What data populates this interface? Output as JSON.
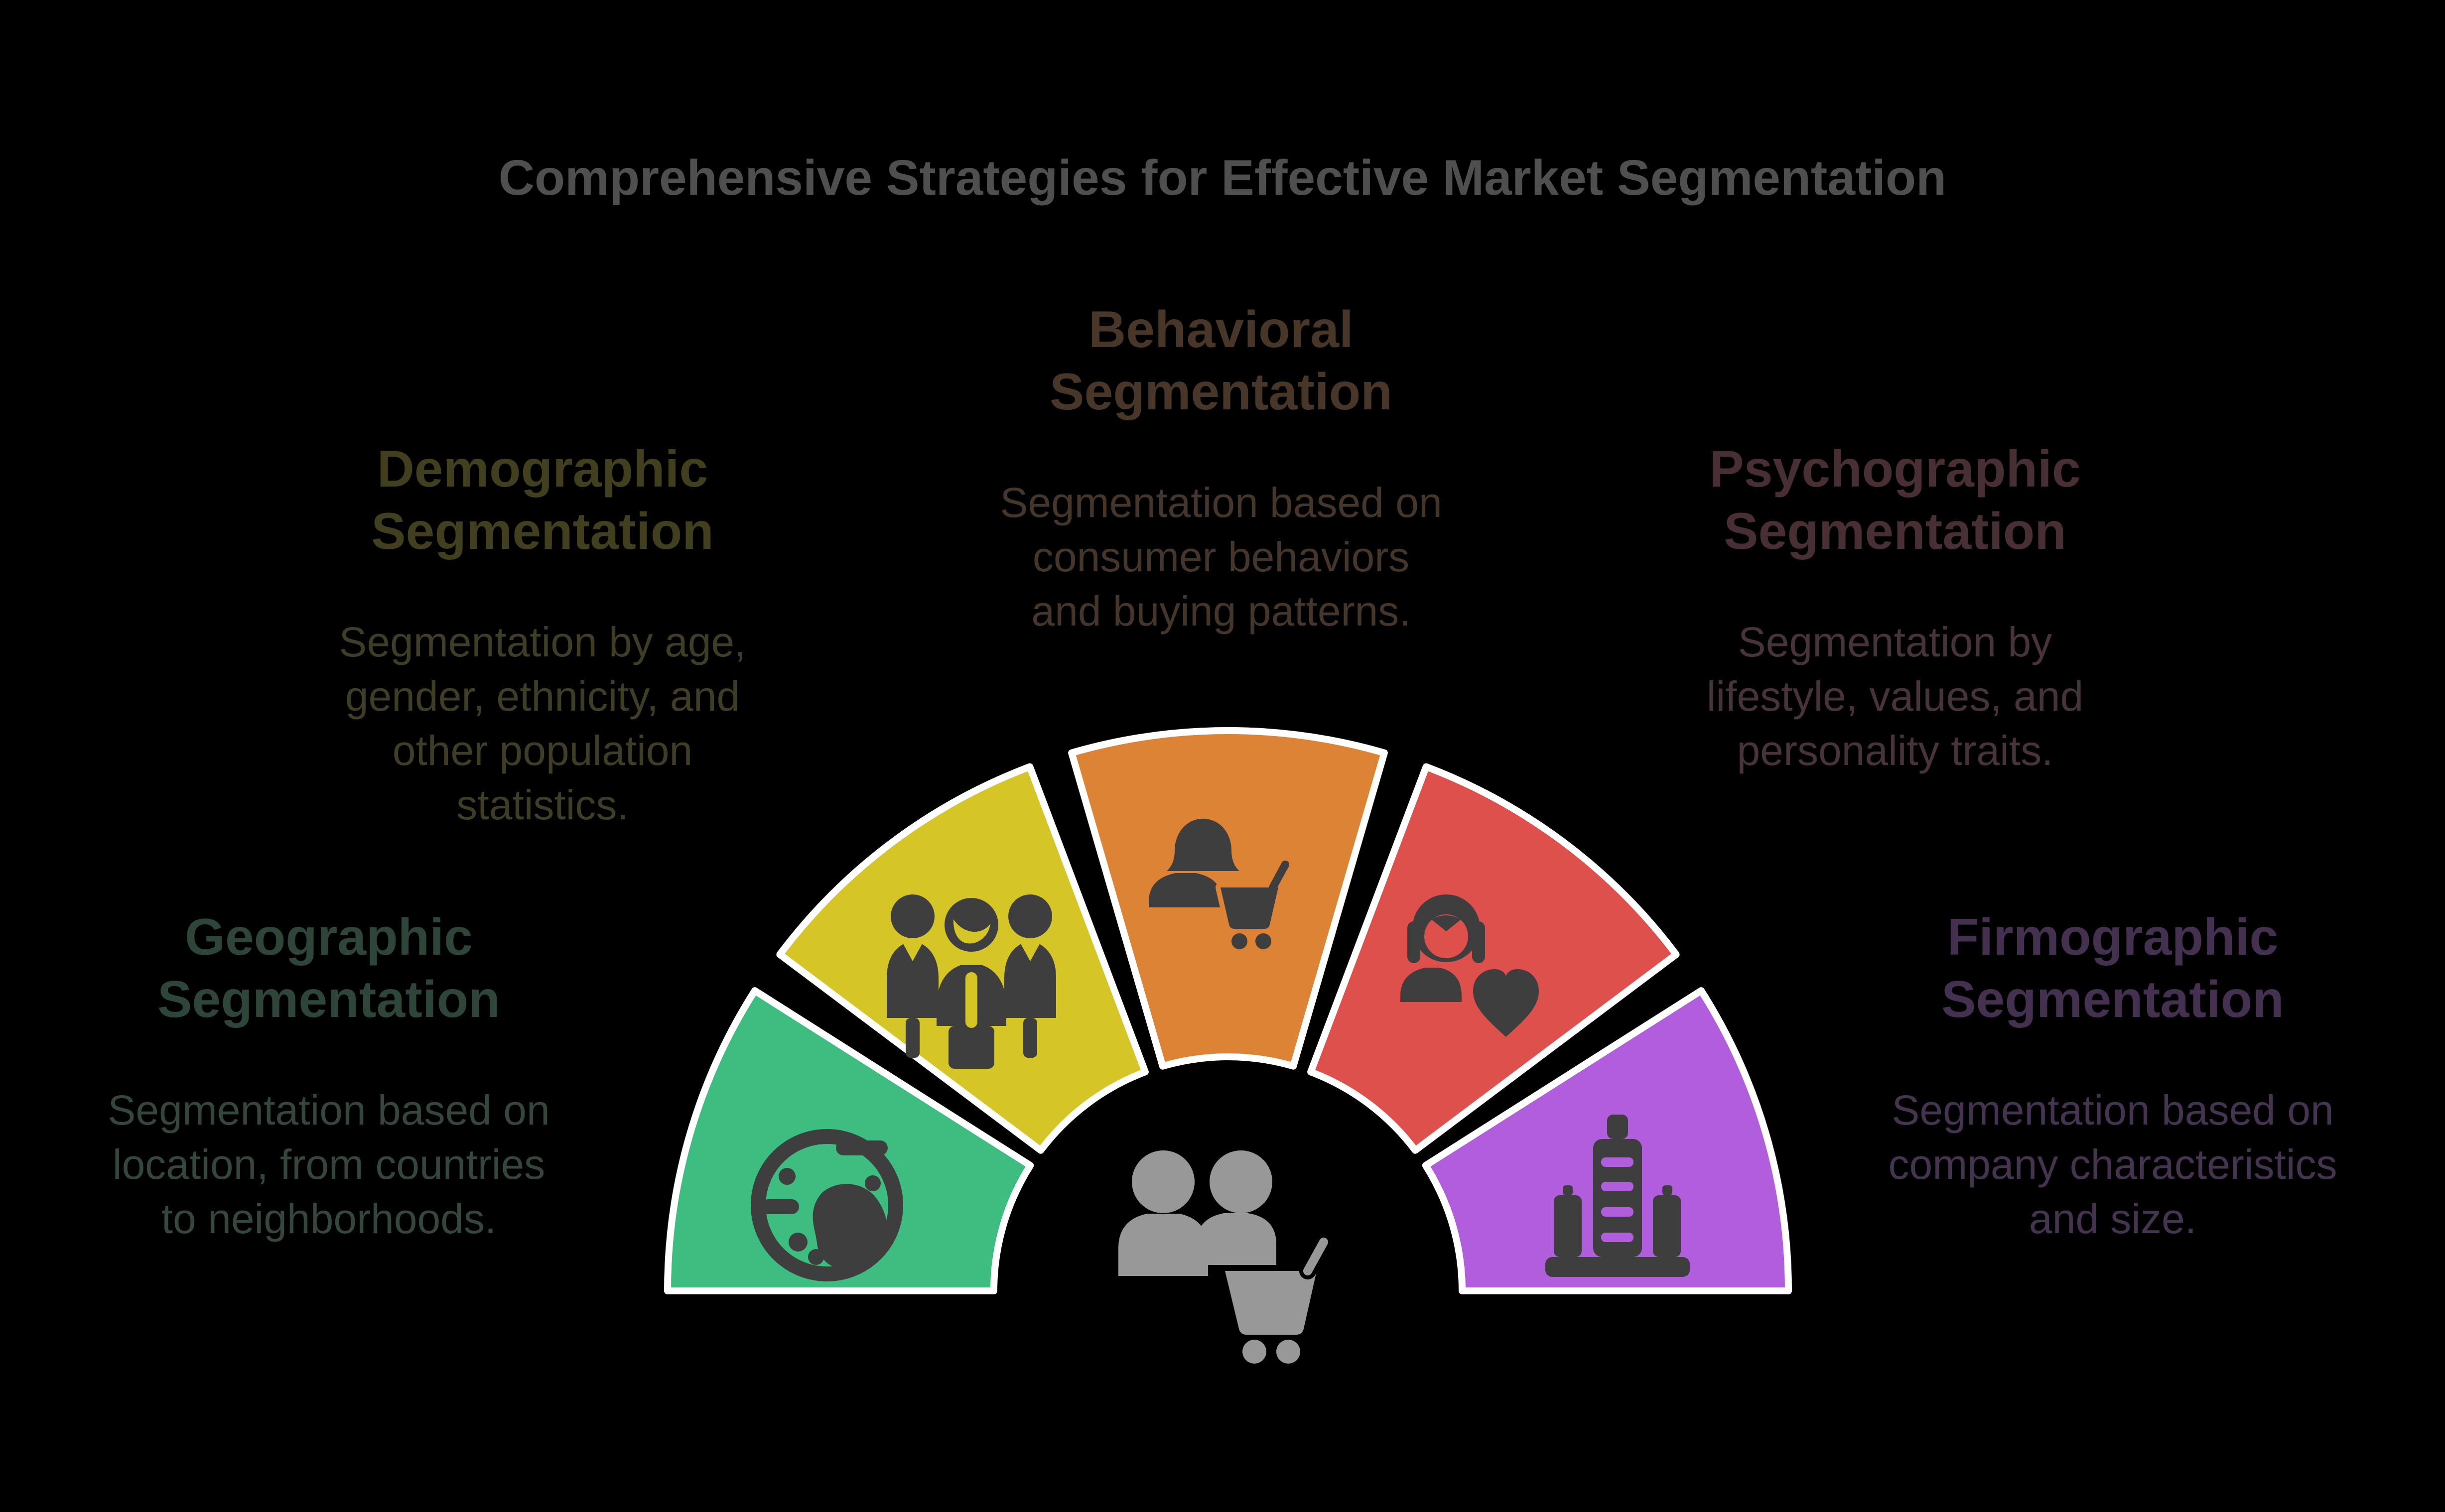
{
  "background": "#000000",
  "title": {
    "text": "Comprehensive Strategies for Effective Market Segmentation",
    "color": "#4F4F4F"
  },
  "gauge": {
    "outline_color": "#FFFFFF",
    "icon_color": "#3E3E3E",
    "center_icon": {
      "name": "shoppers-with-cart-icon",
      "color": "#989898"
    }
  },
  "segments": [
    {
      "id": "geographic",
      "color": "#3DBD80",
      "icon": "globe-icon",
      "heading": "Geographic\nSegmentation",
      "heading_color": "#2E463A",
      "body": "Segmentation based on\nlocation, from countries\nto neighborhoods.",
      "body_color": "#35463C"
    },
    {
      "id": "demographic",
      "color": "#D5C527",
      "icon": "people-group-icon",
      "heading": "Demographic\nSegmentation",
      "heading_color": "#423F1E",
      "body": "Segmentation by age,\ngender, ethnicity, and\nother population\nstatistics.",
      "body_color": "#403D27"
    },
    {
      "id": "behavioral",
      "color": "#DC8336",
      "icon": "woman-shopper-cart-icon",
      "heading": "Behavioral\nSegmentation",
      "heading_color": "#483728",
      "body": "Segmentation based on\nconsumer behaviors\nand buying patterns.",
      "body_color": "#45362B"
    },
    {
      "id": "psychographic",
      "color": "#DD504B",
      "icon": "woman-heart-icon",
      "heading": "Psychographic\nSegmentation",
      "heading_color": "#472F33",
      "body": "Segmentation by\nlifestyle, values, and\npersonality traits.",
      "body_color": "#46343A"
    },
    {
      "id": "firmographic",
      "color": "#B05EDB",
      "icon": "buildings-icon",
      "heading": "Firmographic\nSegmentation",
      "heading_color": "#44304F",
      "body": "Segmentation based on\ncompany characteristics\nand size.",
      "body_color": "#443450"
    }
  ]
}
